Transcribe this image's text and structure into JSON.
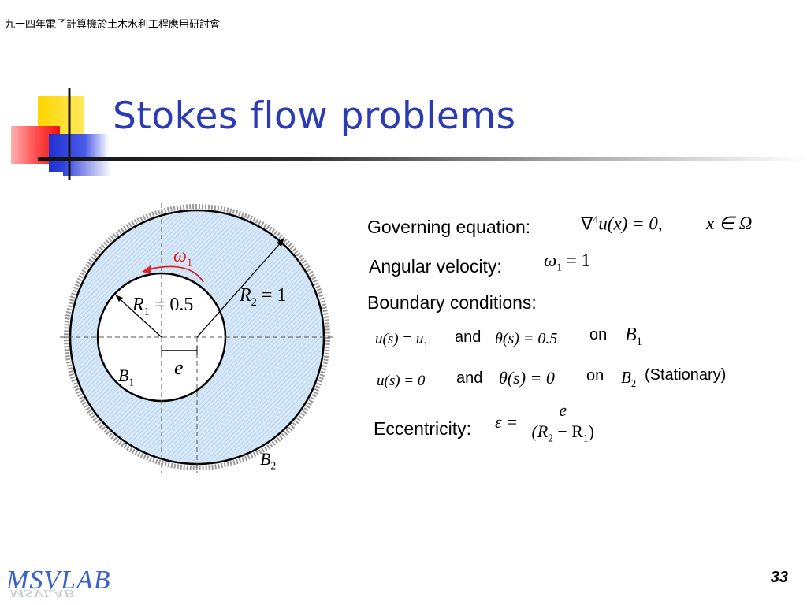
{
  "header": {
    "conference": "九十四年電子計算機於土木水利工程應用研討會"
  },
  "title": "Stokes flow problems",
  "diagram": {
    "omega_label": "ω",
    "omega_sub": "1",
    "r2_label": "R",
    "r2_sub": "2",
    "r2_value": " = 1",
    "r1_label": "R",
    "r1_sub": "1",
    "r1_value": " = 0.5",
    "e_label": "e",
    "b1_label": "B",
    "b1_sub": "1",
    "b2_label": "B",
    "b2_sub": "2"
  },
  "equations": {
    "governing_label": "Governing equation:",
    "governing_op": "∇",
    "governing_op_sup": "4",
    "governing_expr": "u(x) = 0,",
    "governing_domain": "x ∈ Ω",
    "angular_label": "Angular velocity:",
    "angular_lhs": "ω",
    "angular_sub": "1",
    "angular_rhs": " = 1",
    "boundary_label": "Boundary conditions:",
    "bc1_u": "u(s) = u",
    "bc1_u_sub": "1",
    "bc1_and": "and",
    "bc1_theta": "θ(s) = 0.5",
    "bc1_on": "on",
    "bc1_b": "B",
    "bc1_b_sub": "1",
    "bc2_u": "u(s) = 0",
    "bc2_and": "and",
    "bc2_theta": "θ(s) = 0",
    "bc2_on": "on",
    "bc2_b": "B",
    "bc2_b_sub": "2",
    "bc2_note": "(Stationary)",
    "ecc_label": "Eccentricity:",
    "ecc_lhs": "ε =",
    "ecc_num": "e",
    "ecc_den_open": "(R",
    "ecc_den_sub2": "2",
    "ecc_den_minus": " − R",
    "ecc_den_sub1": "1",
    "ecc_den_close": ")"
  },
  "footer": {
    "logo": "MSVLAB",
    "page_number": "33"
  },
  "colors": {
    "title": "#2b3bb5",
    "fluid": "#d6e8f7",
    "arrow": "#e0202a",
    "logo": "#3a5fd0"
  }
}
